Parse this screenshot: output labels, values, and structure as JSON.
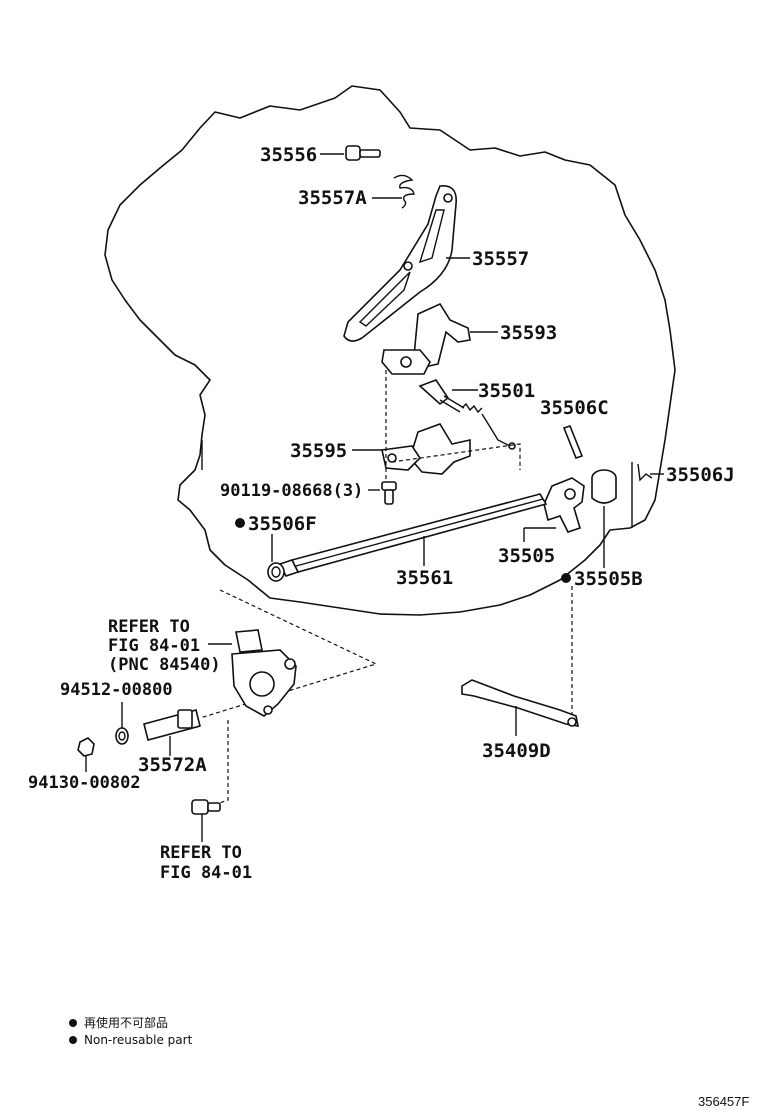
{
  "parts": {
    "p35556": "35556",
    "p35557a": "35557A",
    "p35557": "35557",
    "p35593": "35593",
    "p35501": "35501",
    "p35506c": "35506C",
    "p35595": "35595",
    "p35506j": "35506J",
    "p90119": "90119-08668(3)",
    "p35506f": "35506F",
    "p35505": "35505",
    "p35561": "35561",
    "p35505b": "35505B",
    "p94512": "94512-00800",
    "p35572a": "35572A",
    "p94130": "94130-00802",
    "p35409d": "35409D"
  },
  "refer_top": {
    "line1": "REFER TO",
    "line2": "FIG 84-01",
    "line3": "(PNC 84540)"
  },
  "refer_bottom": {
    "line1": "REFER TO",
    "line2": "FIG 84-01"
  },
  "legend": {
    "jp": "再使用不可部品",
    "en": "Non-reusable part"
  },
  "diagram_code": "356457F"
}
